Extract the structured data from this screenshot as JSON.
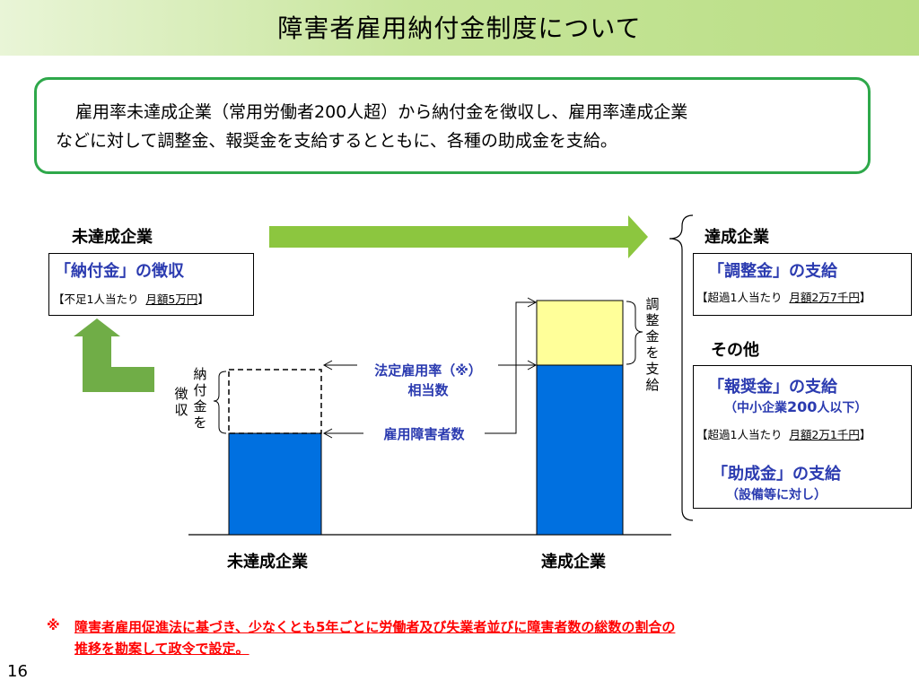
{
  "title": "障害者雇用納付金制度について",
  "intro": {
    "line1": "雇用率未達成企業（常用労働者200人超）から納付金を徴収し、雇用率達成企業",
    "line2": "などに対して調整金、報奨金を支給するとともに、各種の助成金を支給。"
  },
  "left": {
    "heading": "未達成企業",
    "levy_title": "「納付金」の徴収",
    "levy_detail_prefix": "【不足1人当たり",
    "levy_detail_amount": "月額5万円",
    "levy_detail_suffix": "】",
    "collect_label": [
      "納",
      "付",
      "金",
      "を"
    ],
    "collect_label2": [
      "徴",
      "収"
    ]
  },
  "center": {
    "statutory_rate_line1": "法定雇用率（※）",
    "statutory_rate_line2": "相当数",
    "employed_disabled": "雇用障害者数",
    "payment_label": [
      "調",
      "整",
      "金",
      "を",
      "支",
      "給"
    ],
    "bar_label_left": "未達成企業",
    "bar_label_right": "達成企業"
  },
  "right": {
    "heading": "達成企業",
    "adjust_title": "「調整金」の支給",
    "adjust_detail_prefix": "【超過1人当たり",
    "adjust_detail_amount": "月額2万7千円",
    "adjust_detail_suffix": "】",
    "other_heading": "その他",
    "reward_title": "「報奨金」の支給",
    "reward_sub_prefix": "（中小企業",
    "reward_sub_num": "200",
    "reward_sub_suffix": "人以下）",
    "reward_detail_prefix": "【超過1人当たり",
    "reward_detail_amount": "月額2万1千円",
    "reward_detail_suffix": "】",
    "subsidy_title": "「助成金」の支給",
    "subsidy_sub": "（設備等に対し）"
  },
  "footnote": {
    "mark": "※",
    "line1": "障害者雇用促進法に基づき、少なくとも5年ごとに労働者及び失業者並びに障害者数の総数の割合の",
    "line2": "推移を勘案して政令で設定。"
  },
  "page_number": "16",
  "colors": {
    "green_arrow": "#8cc63f",
    "green_elbow": "#70ad47",
    "bar_blue": "#0070e0",
    "bar_yellow": "#ffff99",
    "text_blue": "#2b3bb0",
    "box_green": "#2ea84a",
    "footnote_red": "#ff0000"
  }
}
